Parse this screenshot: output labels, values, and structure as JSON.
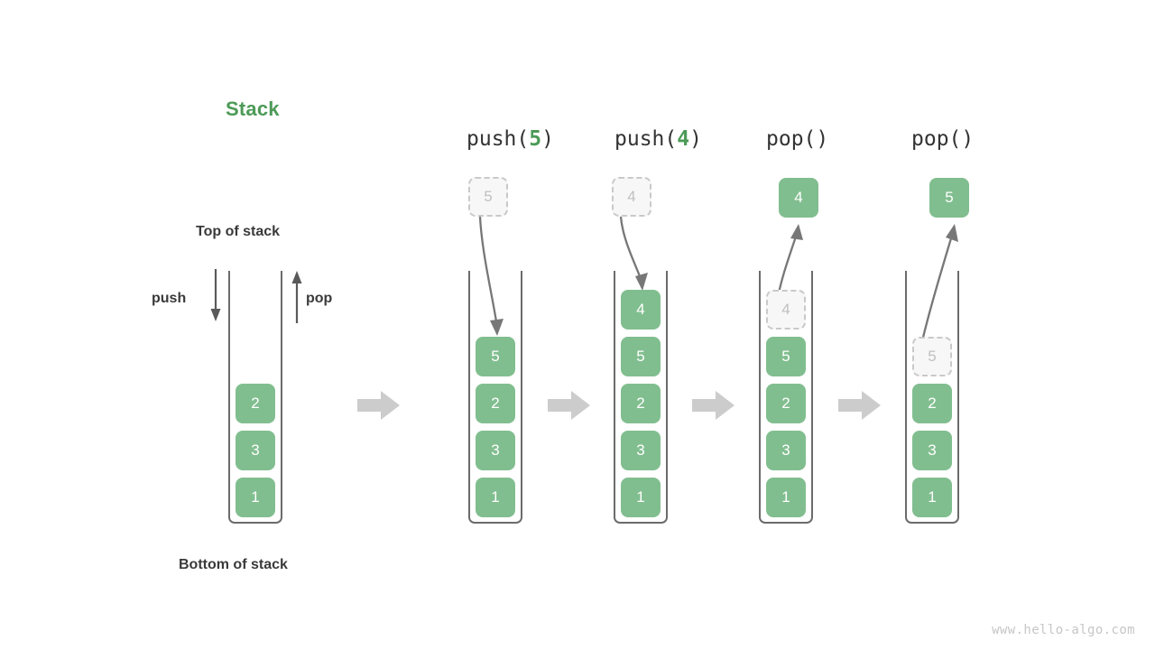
{
  "title": "Stack",
  "labels": {
    "top_of_stack": "Top of stack",
    "bottom_of_stack": "Bottom of stack",
    "push": "push",
    "pop": "pop"
  },
  "watermark": "www.hello-algo.com",
  "colors": {
    "cell_green": "#81be8f",
    "title_green": "#4c9a57",
    "ghost_fill": "#f7f7f7",
    "ghost_border": "#c9c9c9",
    "ghost_text": "#c0c0c0",
    "container_stroke": "#6b6b6b",
    "arrow_gray": "#6e6e6e",
    "flow_arrow_gray": "#cccccc",
    "text_dark": "#3a3a3a",
    "watermark_gray": "#c6c6c6"
  },
  "columns": [
    {
      "id": "initial",
      "header_prefix": "",
      "header_value": "",
      "header_suffix": "",
      "cells": [
        "2",
        "3",
        "1"
      ],
      "floating": null,
      "ghost_in_stack": null
    },
    {
      "id": "push-5",
      "header_prefix": "push(",
      "header_value": "5",
      "header_suffix": ")",
      "cells": [
        "5",
        "2",
        "3",
        "1"
      ],
      "floating": {
        "value": "5",
        "style": "ghost"
      },
      "ghost_in_stack": null
    },
    {
      "id": "push-4",
      "header_prefix": "push(",
      "header_value": "4",
      "header_suffix": ")",
      "cells": [
        "4",
        "5",
        "2",
        "3",
        "1"
      ],
      "floating": {
        "value": "4",
        "style": "ghost"
      },
      "ghost_in_stack": null
    },
    {
      "id": "pop-1",
      "header_prefix": "pop(",
      "header_value": "",
      "header_suffix": ")",
      "cells": [
        "5",
        "2",
        "3",
        "1"
      ],
      "floating": {
        "value": "4",
        "style": "solid"
      },
      "ghost_in_stack": {
        "value": "4",
        "index": 0
      }
    },
    {
      "id": "pop-2",
      "header_prefix": "pop(",
      "header_value": "",
      "header_suffix": ")",
      "cells": [
        "2",
        "3",
        "1"
      ],
      "floating": {
        "value": "5",
        "style": "solid"
      },
      "ghost_in_stack": {
        "value": "5",
        "index": 0
      }
    }
  ],
  "flow_arrow_count": 4
}
